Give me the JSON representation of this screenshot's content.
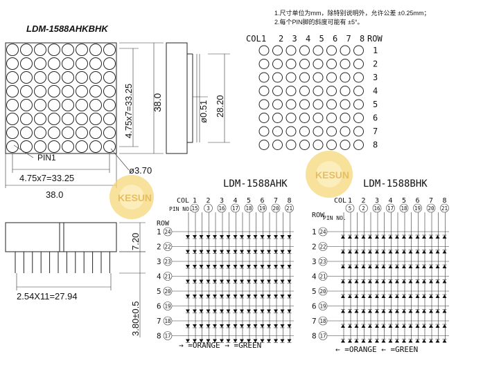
{
  "notes": [
    "1.尺寸单位为mm，除特别说明外，允许公差 ±0.25mm；",
    "2.每个PIN脚的斜度可能有 ±5°。"
  ],
  "model_title": "LDM-1588AHKBHK",
  "front_view": {
    "dim_h": "4.75x7=33.25",
    "dim_h_total": "38.0",
    "dim_w": "4.75x7=33.25",
    "dim_w_total": "38.0",
    "pin1": "PIN1",
    "dot_dia": "ø3.70"
  },
  "side_view": {
    "pin_dia": "ø0.51",
    "pin_len": "28.20"
  },
  "bottom_view": {
    "height": "7.20",
    "pitch": "2.54X11=27.94",
    "pin_height": "3.80±0.5"
  },
  "pin_grid": {
    "col_label": "COL",
    "cols": [
      "1",
      "2",
      "3",
      "4",
      "5",
      "6",
      "7",
      "8"
    ],
    "row_label": "ROW",
    "rows": [
      "1",
      "2",
      "3",
      "4",
      "5",
      "6",
      "7",
      "8"
    ]
  },
  "watermark": "KESUN",
  "circuit_ahk": {
    "title": "LDM-1588AHK",
    "col_label": "COL",
    "cols": [
      "1",
      "2",
      "3",
      "4",
      "5",
      "6",
      "7",
      "8"
    ],
    "pin_label": "PIN NO.",
    "col_pins": [
      "15",
      "3",
      "16",
      "17",
      "18",
      "19",
      "20",
      "21"
    ],
    "row_label": "ROW",
    "rows": [
      "1",
      "2",
      "3",
      "4",
      "5",
      "6",
      "7",
      "8"
    ],
    "row_pins": [
      "24",
      "22",
      "23",
      "21",
      "20",
      "19",
      "18",
      "17"
    ],
    "legend": "→ =ORANGE → =GREEN"
  },
  "circuit_bhk": {
    "title": "LDM-1588BHK",
    "col_label": "COL",
    "cols": [
      "1",
      "2",
      "3",
      "4",
      "5",
      "6",
      "7",
      "8"
    ],
    "pin_label": "PIN NO.",
    "col_pins": [
      "5",
      "2",
      "16",
      "17",
      "18",
      "19",
      "20",
      "21"
    ],
    "row_label": "ROW",
    "rows": [
      "1",
      "2",
      "3",
      "4",
      "5",
      "6",
      "7",
      "8"
    ],
    "row_pins": [
      "24",
      "22",
      "23",
      "21",
      "20",
      "19",
      "18",
      "17"
    ],
    "legend": "← =ORANGE ← =GREEN"
  }
}
